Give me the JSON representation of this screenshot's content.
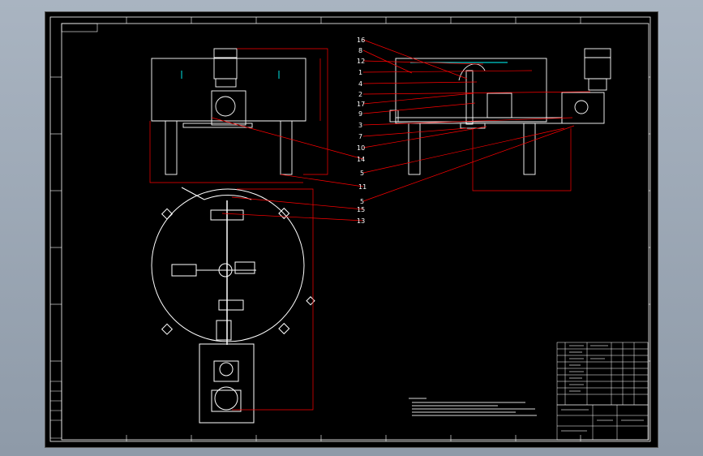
{
  "drawing": {
    "sheet_code": "",
    "front_view_title": "",
    "side_view_title": "",
    "callouts": [
      "16",
      "8",
      "12",
      "1",
      "4",
      "2",
      "17",
      "9",
      "3",
      "7",
      "10",
      "14",
      "5",
      "11",
      "5",
      "15",
      "13"
    ],
    "colors": {
      "background": "#000000",
      "outline": "#ffffff",
      "leader": "#ff0000",
      "accent": "#00ffff",
      "viewport_bg": "#a9b4c1"
    }
  }
}
